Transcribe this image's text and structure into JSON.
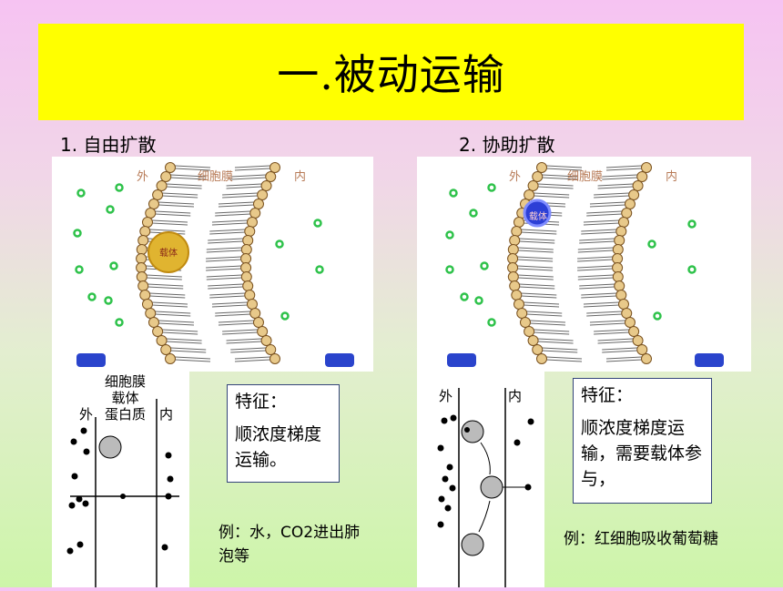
{
  "title": "一.被动运输",
  "sections": [
    {
      "label": "1. 自由扩散",
      "membrane": {
        "outside": "外",
        "inside": "内",
        "membrane_label": "细胞膜",
        "carrier": "载体"
      },
      "schematic": {
        "line1": "细胞膜",
        "line2": "载体",
        "line3": "蛋白质",
        "outside": "外",
        "inside": "内"
      },
      "feature_title": "特征：",
      "feature_text": "顺浓度梯度运输。",
      "example": "例：水，CO2进出肺泡等"
    },
    {
      "label": "2. 协助扩散",
      "membrane": {
        "outside": "外",
        "inside": "内",
        "membrane_label": "细胞膜",
        "carrier": "载体"
      },
      "schematic": {
        "outside": "外",
        "inside": "内"
      },
      "feature_title": "特征：",
      "feature_text": "顺浓度梯度运输，需要载体参与，",
      "example": "例：红细胞吸收葡萄糖"
    }
  ],
  "colors": {
    "title_bg": "#ffff00",
    "lipid_head": "#e8c98a",
    "molecule": "#2ec24a",
    "carrier1": "#e0b430",
    "carrier2": "#2c3fd6",
    "box_border": "#34447a"
  }
}
